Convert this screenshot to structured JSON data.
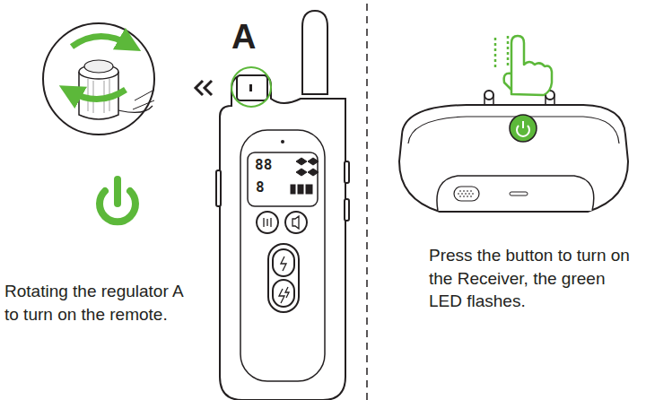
{
  "diagram": {
    "labels": [
      "A",
      "88",
      "8",
      "Rotating the regulator A to turn on the remote.",
      "Press the button to turn on the Receiver, the green LED flashes."
    ]
  }
}
